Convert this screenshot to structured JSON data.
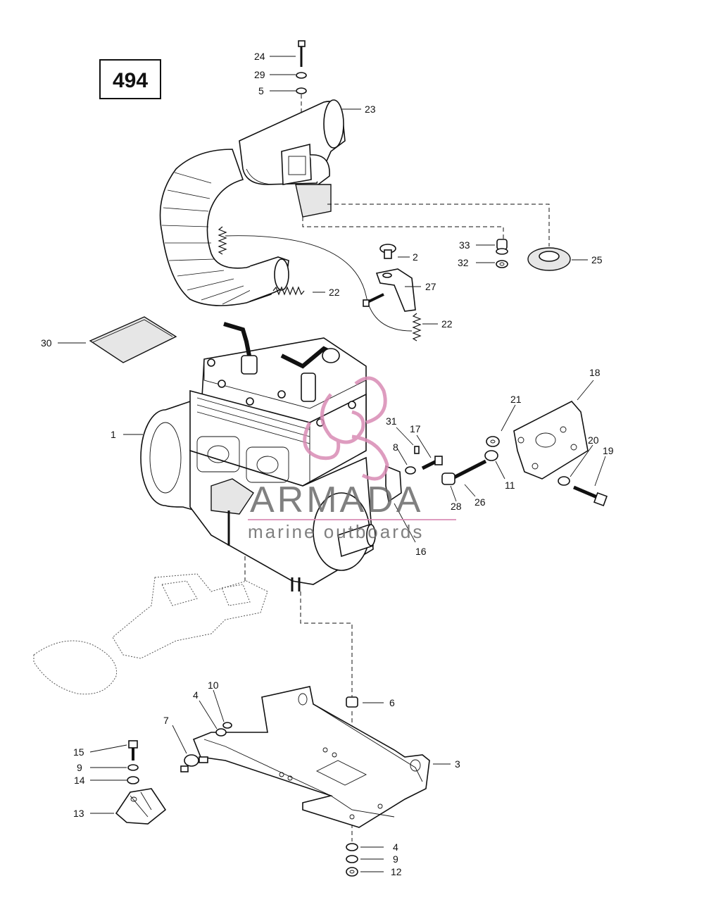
{
  "page_number": "494",
  "watermark": {
    "brand": "ARMADA",
    "tagline": "marine outboards",
    "logo_color": "#d98bb5",
    "text_color": "#6b6b6b"
  },
  "callouts": [
    "24",
    "29",
    "5",
    "23",
    "2",
    "33",
    "32",
    "25",
    "27",
    "22",
    "22",
    "30",
    "18",
    "1",
    "31",
    "17",
    "21",
    "8",
    "20",
    "19",
    "11",
    "28",
    "26",
    "16",
    "10",
    "6",
    "4",
    "7",
    "3",
    "15",
    "9",
    "14",
    "13",
    "4",
    "9",
    "12"
  ]
}
